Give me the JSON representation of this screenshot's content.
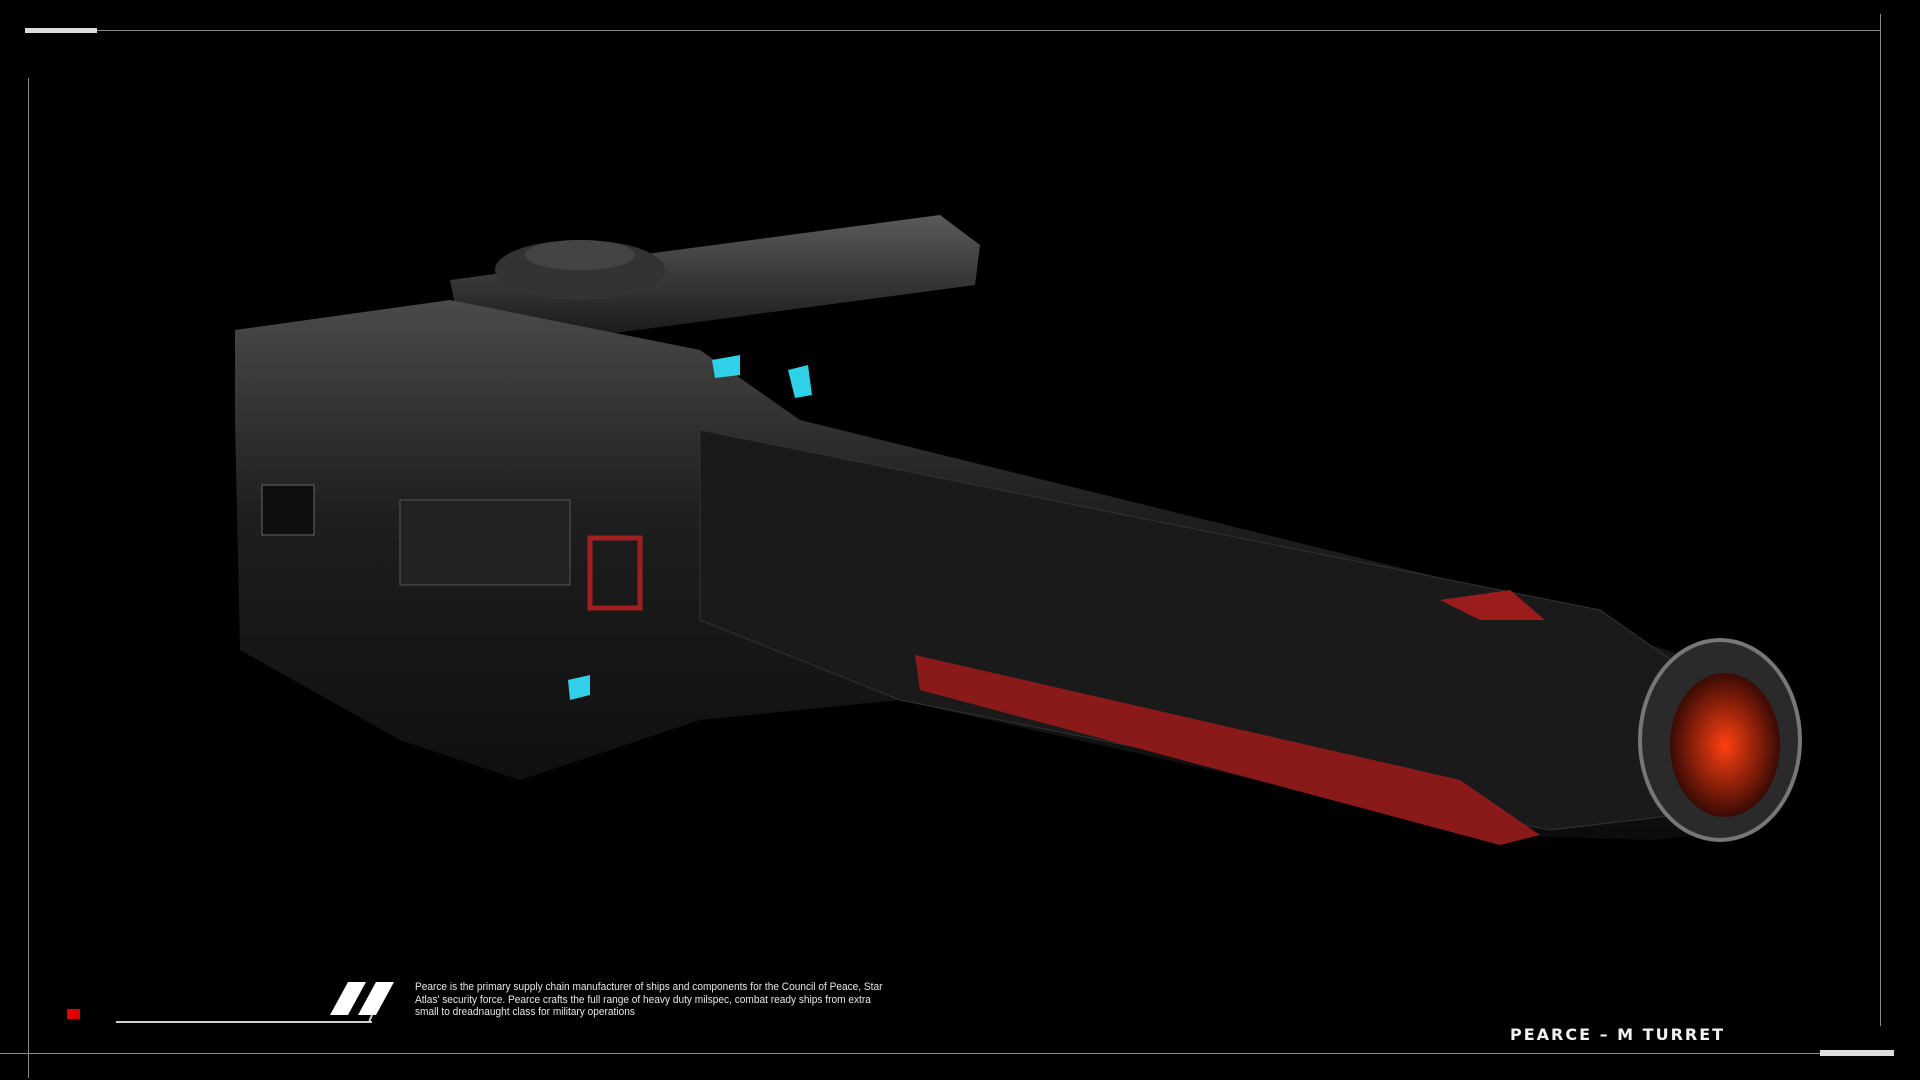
{
  "footer": {
    "description": "Pearce is the primary supply chain manufacturer of ships and components for the Council of Peace, Star Atlas' security force. Pearce crafts the full range of heavy duty milspec, combat ready ships from extra small to dreadnaught class for military operations",
    "title": "PEARCE – M TURRET"
  },
  "colors": {
    "accent": "#e00000",
    "frame": "#8a8a8a",
    "glow_cyan": "#2fd0e8",
    "glow_red": "#ff3010"
  },
  "icons": {
    "logo": "pearce-double-slash-logo"
  }
}
